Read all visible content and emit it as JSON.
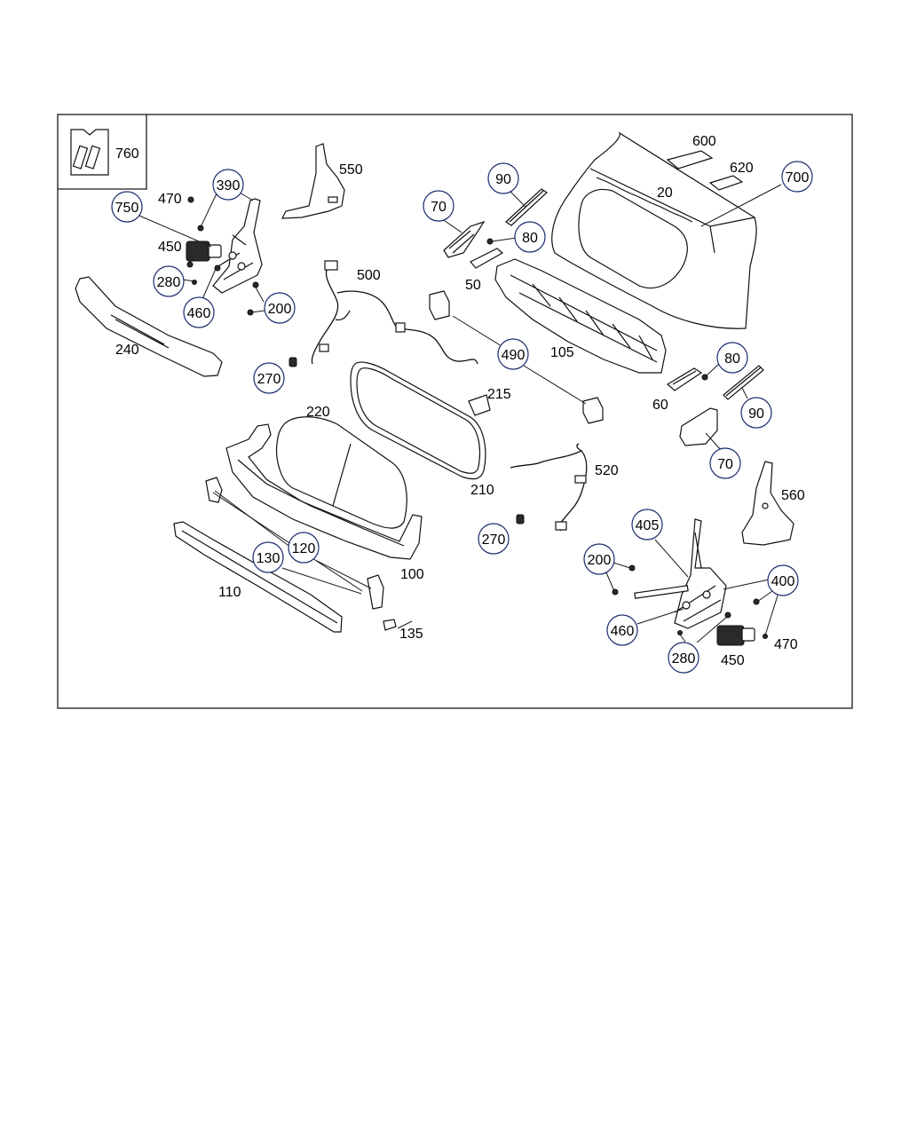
{
  "diagram": {
    "accent_color": "#1a2a6e",
    "callouts": [
      {
        "id": "c760",
        "label": "760",
        "circled": false
      },
      {
        "id": "c550",
        "label": "550",
        "circled": false
      },
      {
        "id": "c390",
        "label": "390",
        "circled": true
      },
      {
        "id": "c470a",
        "label": "470",
        "circled": false
      },
      {
        "id": "c750",
        "label": "750",
        "circled": true
      },
      {
        "id": "c450a",
        "label": "450",
        "circled": false
      },
      {
        "id": "c280a",
        "label": "280",
        "circled": true
      },
      {
        "id": "c460a",
        "label": "460",
        "circled": true
      },
      {
        "id": "c200a",
        "label": "200",
        "circled": true
      },
      {
        "id": "c500",
        "label": "500",
        "circled": false
      },
      {
        "id": "c240",
        "label": "240",
        "circled": false
      },
      {
        "id": "c270a",
        "label": "270",
        "circled": true
      },
      {
        "id": "c70a",
        "label": "70",
        "circled": true
      },
      {
        "id": "c90a",
        "label": "90",
        "circled": true
      },
      {
        "id": "c80a",
        "label": "80",
        "circled": true
      },
      {
        "id": "c50",
        "label": "50",
        "circled": false
      },
      {
        "id": "c600",
        "label": "600",
        "circled": false
      },
      {
        "id": "c620",
        "label": "620",
        "circled": false
      },
      {
        "id": "c20",
        "label": "20",
        "circled": false
      },
      {
        "id": "c700",
        "label": "700",
        "circled": true
      },
      {
        "id": "c490",
        "label": "490",
        "circled": true
      },
      {
        "id": "c105",
        "label": "105",
        "circled": false
      },
      {
        "id": "c80b",
        "label": "80",
        "circled": true
      },
      {
        "id": "c60",
        "label": "60",
        "circled": false
      },
      {
        "id": "c90b",
        "label": "90",
        "circled": true
      },
      {
        "id": "c70b",
        "label": "70",
        "circled": true
      },
      {
        "id": "c215",
        "label": "215",
        "circled": false
      },
      {
        "id": "c220",
        "label": "220",
        "circled": false
      },
      {
        "id": "c210",
        "label": "210",
        "circled": false
      },
      {
        "id": "c520",
        "label": "520",
        "circled": false
      },
      {
        "id": "c560",
        "label": "560",
        "circled": false
      },
      {
        "id": "c270b",
        "label": "270",
        "circled": true
      },
      {
        "id": "c405",
        "label": "405",
        "circled": true
      },
      {
        "id": "c200b",
        "label": "200",
        "circled": true
      },
      {
        "id": "c400",
        "label": "400",
        "circled": true
      },
      {
        "id": "c460b",
        "label": "460",
        "circled": true
      },
      {
        "id": "c280b",
        "label": "280",
        "circled": true
      },
      {
        "id": "c450b",
        "label": "450",
        "circled": false
      },
      {
        "id": "c470b",
        "label": "470",
        "circled": false
      },
      {
        "id": "c130",
        "label": "130",
        "circled": true
      },
      {
        "id": "c120",
        "label": "120",
        "circled": true
      },
      {
        "id": "c100",
        "label": "100",
        "circled": false
      },
      {
        "id": "c110",
        "label": "110",
        "circled": false
      },
      {
        "id": "c135",
        "label": "135",
        "circled": false
      }
    ]
  }
}
